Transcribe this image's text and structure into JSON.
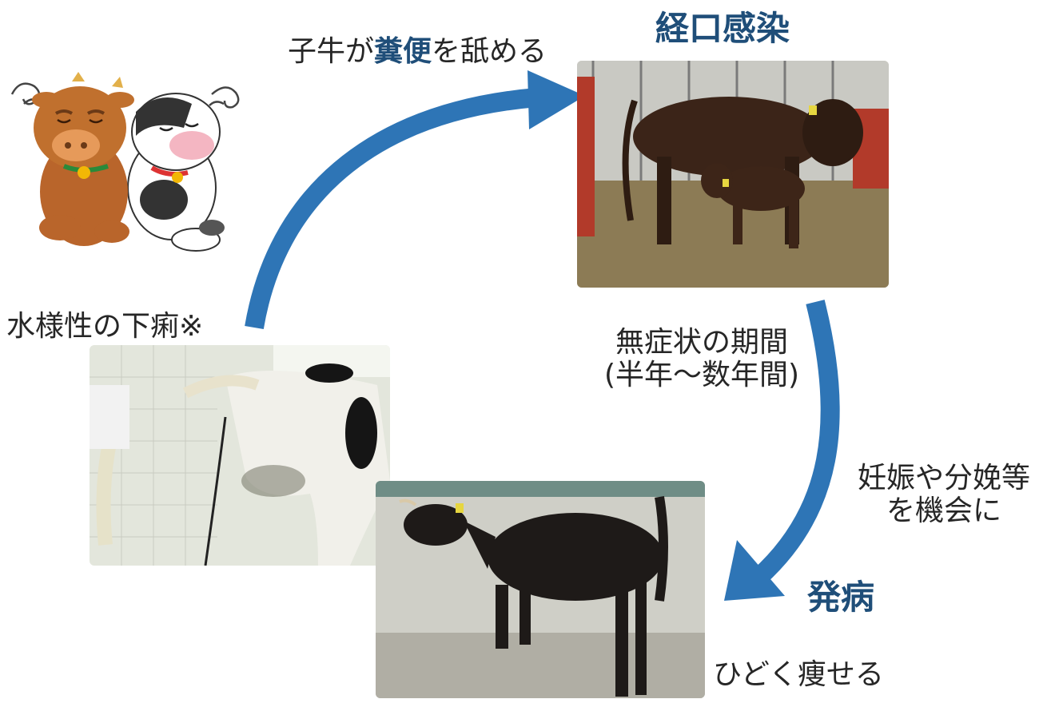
{
  "labels": {
    "oral_infection": "経口感染",
    "calf_licks_prefix": "子牛が",
    "calf_licks_highlight": "糞便",
    "calf_licks_suffix": "を舐める",
    "asymptomatic_line1": "無症状の期間",
    "asymptomatic_line2": "(半年～数年間)",
    "trigger_line1": "妊娠や分娩等",
    "trigger_line2": "を機会に",
    "onset": "発病",
    "emaciation": "ひどく痩せる",
    "diarrhea": "水様性の下痢※"
  },
  "colors": {
    "arrow": "#2e75b6",
    "accent_text": "#1f4e79"
  },
  "icons": [
    "dizzy-cows-illustration",
    "cow-calf-photo",
    "diarrhea-cow-photo",
    "emaciated-cow-photo"
  ]
}
